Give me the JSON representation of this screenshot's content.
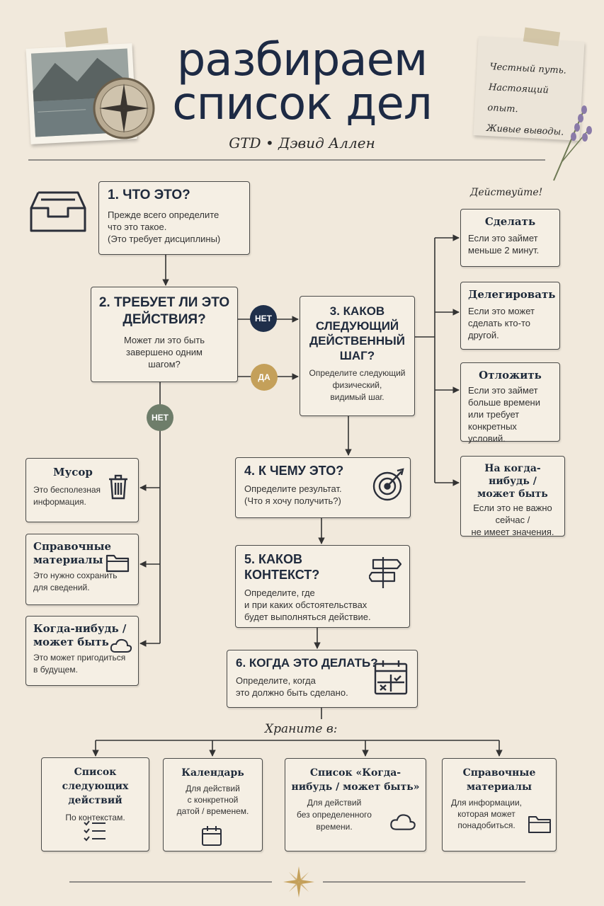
{
  "header": {
    "title_line1": "разбираем",
    "title_line2": "список дел",
    "subtitle": "GTD • Дэвид Аллен",
    "note_lines": [
      "Честный путь.",
      "Настоящий опыт.",
      "Живые выводы."
    ]
  },
  "steps": {
    "s1": {
      "title": "1. ЧТО ЭТО?",
      "desc": [
        "Прежде всего определите",
        "что это такое.",
        "(Это требует дисциплины)"
      ]
    },
    "s2": {
      "title": [
        "2. ТРЕБУЕТ ЛИ ЭТО",
        "ДЕЙСТВИЯ?"
      ],
      "desc": [
        "Может ли это быть",
        "завершено одним",
        "шагом?"
      ]
    },
    "s3": {
      "title": [
        "3. КАКОВ",
        "СЛЕДУЮЩИЙ",
        "ДЕЙСТВЕННЫЙ",
        "ШАГ?"
      ],
      "desc": [
        "Определите следующий",
        "физический,",
        "видимый шаг."
      ]
    },
    "s4": {
      "title": "4. К ЧЕМУ ЭТО?",
      "desc": [
        "Определите результат.",
        "(Что я хочу получить?)"
      ]
    },
    "s5": {
      "title": [
        "5. КАКОВ",
        "КОНТЕКСТ?"
      ],
      "desc": [
        "Определите, где",
        "и при каких обстоятельствах",
        "будет выполняться действие."
      ]
    },
    "s6": {
      "title": "6. КОГДА ЭТО ДЕЛАТЬ?",
      "desc": [
        "Определите, когда",
        "это должно быть сделано."
      ]
    }
  },
  "badges": {
    "no1": "НЕТ",
    "yes": "ДА",
    "no2": "НЕТ"
  },
  "act_label": "Действуйте!",
  "actions": [
    {
      "title": [
        "Сделать"
      ],
      "desc": [
        "Если это займет",
        "меньше 2 минут."
      ]
    },
    {
      "title": [
        "Делегировать"
      ],
      "desc": [
        "Если это может",
        "сделать кто-то",
        "другой."
      ]
    },
    {
      "title": [
        "Отложить"
      ],
      "desc": [
        "Если это займет",
        "больше времени",
        "или требует",
        "конкретных условий."
      ]
    },
    {
      "title": [
        "На когда-нибудь /",
        "может быть"
      ],
      "desc": [
        "Если это не важно",
        "сейчас /",
        "не имеет значения."
      ]
    }
  ],
  "left": [
    {
      "title": [
        "Мусор"
      ],
      "desc": [
        "Это бесполезная",
        "информация."
      ]
    },
    {
      "title": [
        "Справочные",
        "материалы"
      ],
      "desc": [
        "Это нужно сохранить",
        "для сведений."
      ]
    },
    {
      "title": [
        "Когда-нибудь /",
        "может быть"
      ],
      "desc": [
        "Это может пригодиться",
        "в будущем."
      ]
    }
  ],
  "store_label": "Храните в:",
  "stores": [
    {
      "title": [
        "Список следующих",
        "действий"
      ],
      "desc": [
        "По контекстам."
      ]
    },
    {
      "title": [
        "Календарь"
      ],
      "desc": [
        "Для действий",
        "с конкретной",
        "датой / временем."
      ]
    },
    {
      "title": [
        "Список «Когда-",
        "нибудь / может быть»"
      ],
      "desc": [
        "Для действий",
        "без определенного",
        "времени."
      ]
    },
    {
      "title": [
        "Справочные",
        "материалы"
      ],
      "desc": [
        "Для информации,",
        "которая может",
        "понадобиться."
      ]
    }
  ],
  "colors": {
    "navy": "#1f2f4a",
    "gold": "#c4a05a",
    "sage": "#6e7d6a"
  }
}
